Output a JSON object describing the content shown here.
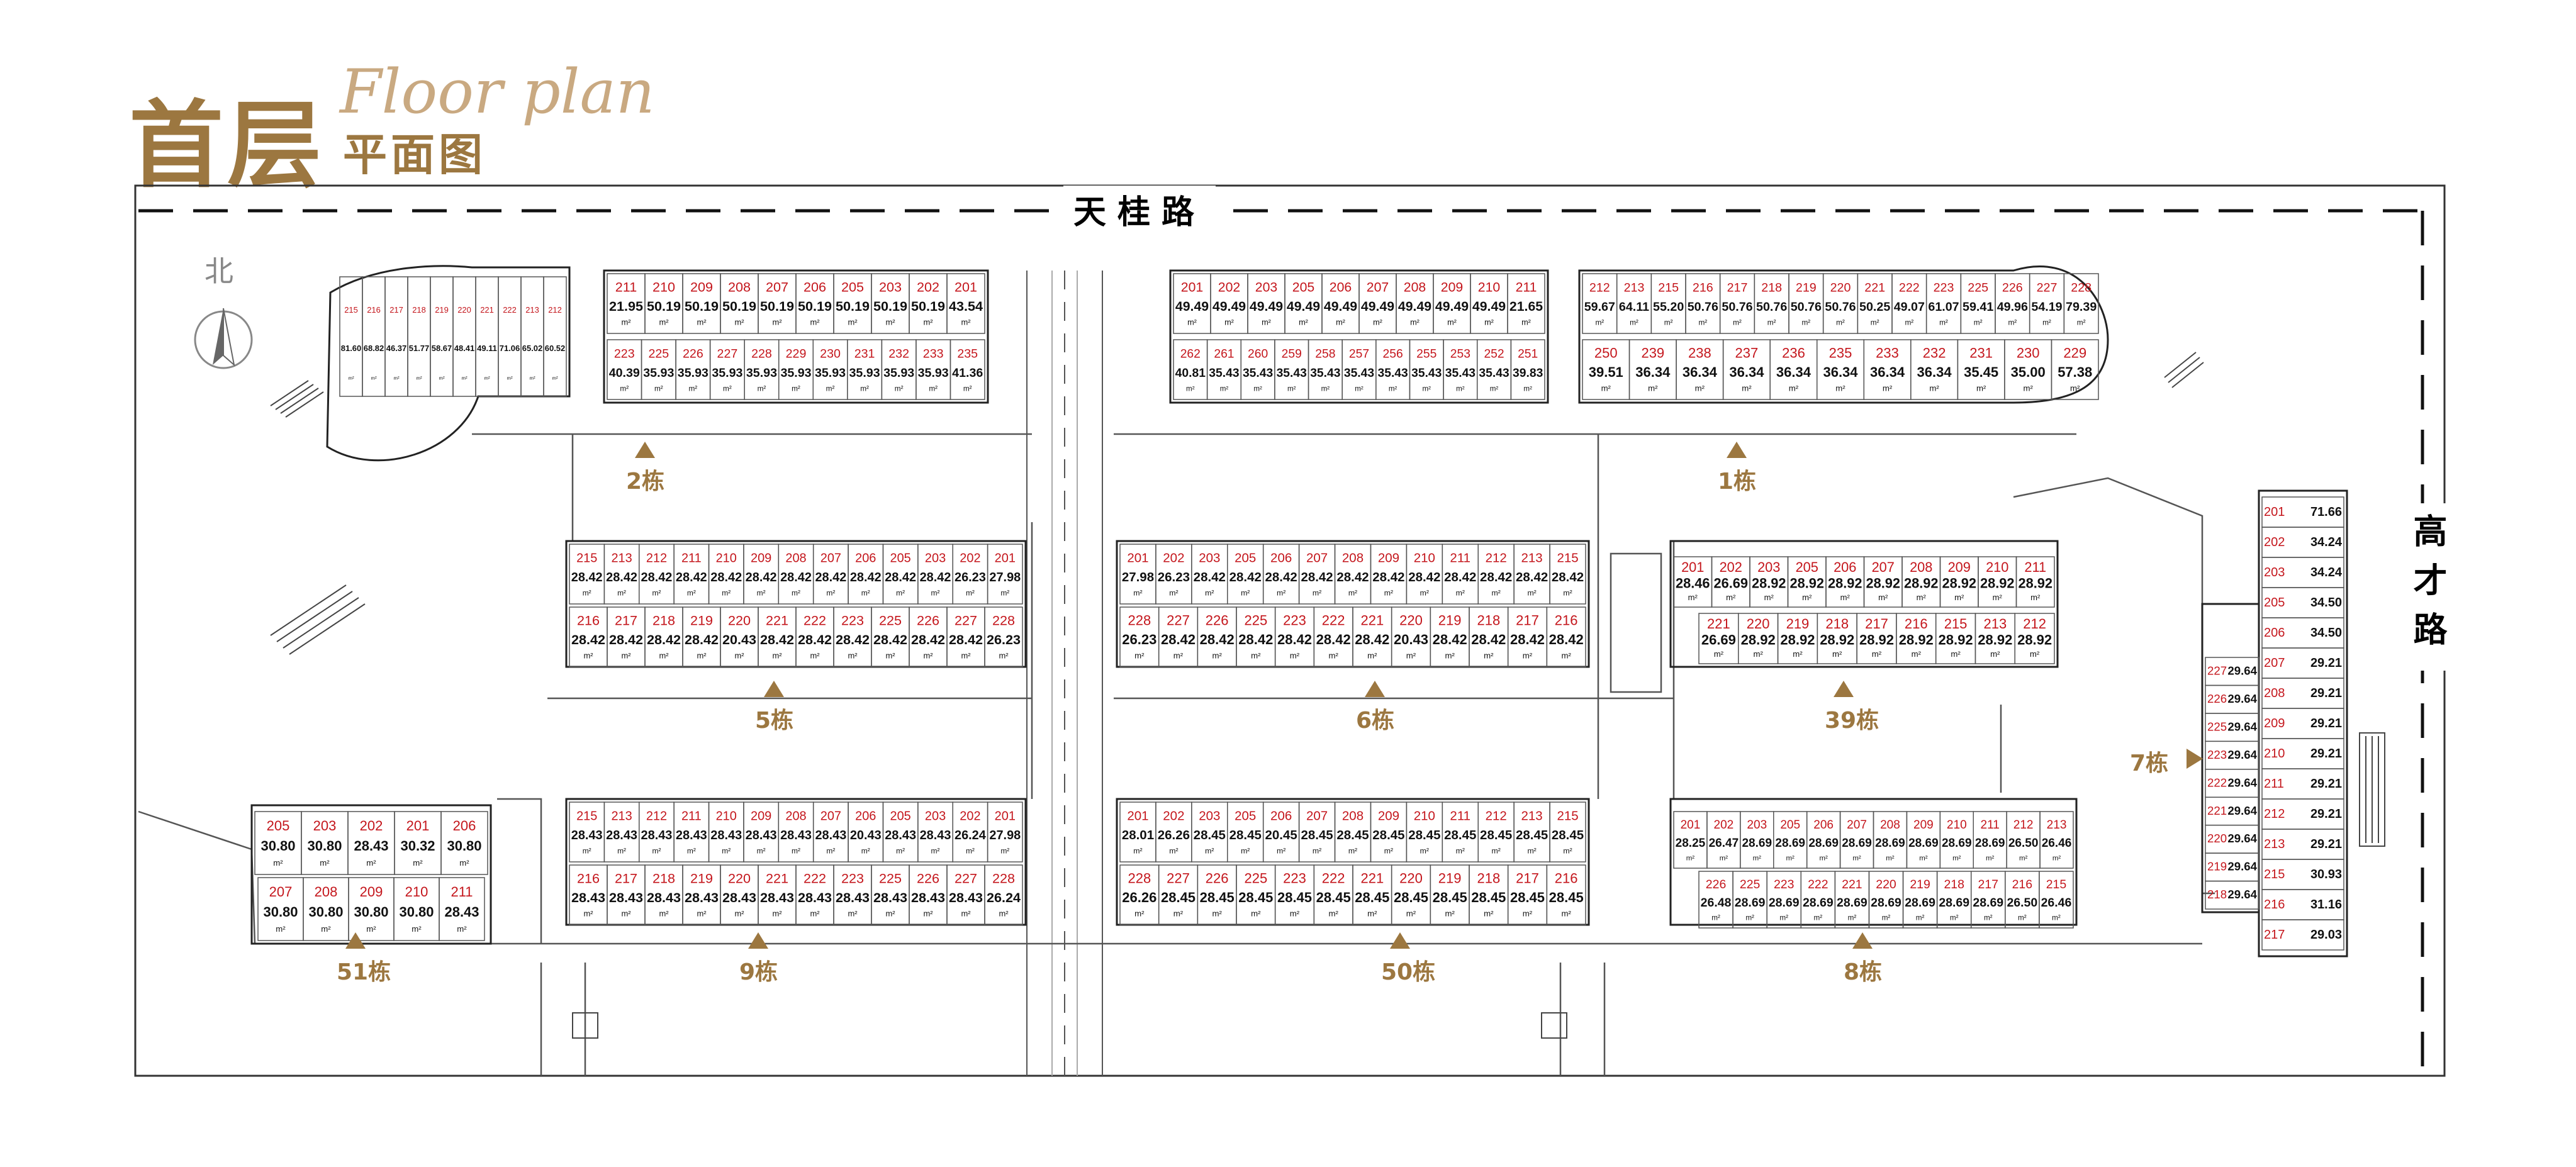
{
  "title": {
    "main": "首层",
    "script": "Floor plan",
    "sub": "平面图"
  },
  "roads": {
    "top": "天桂路",
    "right": "高才路"
  },
  "compass": {
    "label": "北",
    "icon": "north-arrow-icon"
  },
  "unit": "m²",
  "colors": {
    "accent": "#9c7740",
    "unit_no": "#c4161c",
    "line": "#333333"
  },
  "buildings": [
    {
      "name": "2栋",
      "units": [
        {
          "no": "215",
          "area": "81.60"
        },
        {
          "no": "216",
          "area": "68.82"
        },
        {
          "no": "217",
          "area": "46.37"
        },
        {
          "no": "218",
          "area": "51.77"
        },
        {
          "no": "219",
          "area": "58.67"
        },
        {
          "no": "220",
          "area": "48.41"
        },
        {
          "no": "221",
          "area": "49.11"
        },
        {
          "no": "222",
          "area": "71.06"
        },
        {
          "no": "213",
          "area": "65.02"
        },
        {
          "no": "212",
          "area": "60.52"
        },
        {
          "no": "211",
          "area": "21.95"
        },
        {
          "no": "210",
          "area": "50.19"
        },
        {
          "no": "209",
          "area": "50.19"
        },
        {
          "no": "208",
          "area": "50.19"
        },
        {
          "no": "207",
          "area": "50.19"
        },
        {
          "no": "206",
          "area": "50.19"
        },
        {
          "no": "205",
          "area": "50.19"
        },
        {
          "no": "203",
          "area": "50.19"
        },
        {
          "no": "202",
          "area": "50.19"
        },
        {
          "no": "201",
          "area": "43.54"
        },
        {
          "no": "223",
          "area": "40.39"
        },
        {
          "no": "225",
          "area": "35.93"
        },
        {
          "no": "226",
          "area": "35.93"
        },
        {
          "no": "227",
          "area": "35.93"
        },
        {
          "no": "228",
          "area": "35.93"
        },
        {
          "no": "229",
          "area": "35.93"
        },
        {
          "no": "230",
          "area": "35.93"
        },
        {
          "no": "231",
          "area": "35.93"
        },
        {
          "no": "232",
          "area": "35.93"
        },
        {
          "no": "233",
          "area": "35.93"
        },
        {
          "no": "235",
          "area": "41.36"
        }
      ]
    },
    {
      "name": "1栋",
      "units": [
        {
          "no": "201",
          "area": "49.49"
        },
        {
          "no": "202",
          "area": "49.49"
        },
        {
          "no": "203",
          "area": "49.49"
        },
        {
          "no": "205",
          "area": "49.49"
        },
        {
          "no": "206",
          "area": "49.49"
        },
        {
          "no": "207",
          "area": "49.49"
        },
        {
          "no": "208",
          "area": "49.49"
        },
        {
          "no": "209",
          "area": "49.49"
        },
        {
          "no": "210",
          "area": "49.49"
        },
        {
          "no": "211",
          "area": "21.65"
        },
        {
          "no": "262",
          "area": "40.81"
        },
        {
          "no": "261",
          "area": "35.43"
        },
        {
          "no": "260",
          "area": "35.43"
        },
        {
          "no": "259",
          "area": "35.43"
        },
        {
          "no": "258",
          "area": "35.43"
        },
        {
          "no": "257",
          "area": "35.43"
        },
        {
          "no": "256",
          "area": "35.43"
        },
        {
          "no": "255",
          "area": "35.43"
        },
        {
          "no": "253",
          "area": "35.43"
        },
        {
          "no": "252",
          "area": "35.43"
        },
        {
          "no": "251",
          "area": "39.83"
        },
        {
          "no": "212",
          "area": "59.67"
        },
        {
          "no": "213",
          "area": "64.11"
        },
        {
          "no": "215",
          "area": "55.20"
        },
        {
          "no": "216",
          "area": "50.76"
        },
        {
          "no": "217",
          "area": "50.76"
        },
        {
          "no": "218",
          "area": "50.76"
        },
        {
          "no": "219",
          "area": "50.76"
        },
        {
          "no": "220",
          "area": "50.76"
        },
        {
          "no": "221",
          "area": "50.25"
        },
        {
          "no": "222",
          "area": "49.07"
        },
        {
          "no": "223",
          "area": "61.07"
        },
        {
          "no": "225",
          "area": "59.41"
        },
        {
          "no": "226",
          "area": "49.96"
        },
        {
          "no": "227",
          "area": "54.19"
        },
        {
          "no": "228",
          "area": "79.39"
        },
        {
          "no": "250",
          "area": "39.51"
        },
        {
          "no": "239",
          "area": "36.34"
        },
        {
          "no": "238",
          "area": "36.34"
        },
        {
          "no": "237",
          "area": "36.34"
        },
        {
          "no": "236",
          "area": "36.34"
        },
        {
          "no": "235",
          "area": "36.34"
        },
        {
          "no": "233",
          "area": "36.34"
        },
        {
          "no": "232",
          "area": "36.34"
        },
        {
          "no": "231",
          "area": "35.45"
        },
        {
          "no": "230",
          "area": "35.00"
        },
        {
          "no": "229",
          "area": "57.38"
        }
      ]
    },
    {
      "name": "5栋",
      "units": [
        {
          "no": "215",
          "area": "28.42"
        },
        {
          "no": "213",
          "area": "28.42"
        },
        {
          "no": "212",
          "area": "28.42"
        },
        {
          "no": "211",
          "area": "28.42"
        },
        {
          "no": "210",
          "area": "28.42"
        },
        {
          "no": "209",
          "area": "28.42"
        },
        {
          "no": "208",
          "area": "28.42"
        },
        {
          "no": "207",
          "area": "28.42"
        },
        {
          "no": "206",
          "area": "28.42"
        },
        {
          "no": "205",
          "area": "28.42"
        },
        {
          "no": "203",
          "area": "28.42"
        },
        {
          "no": "202",
          "area": "26.23"
        },
        {
          "no": "201",
          "area": "27.98"
        },
        {
          "no": "216",
          "area": "28.42"
        },
        {
          "no": "217",
          "area": "28.42"
        },
        {
          "no": "218",
          "area": "28.42"
        },
        {
          "no": "219",
          "area": "28.42"
        },
        {
          "no": "220",
          "area": "20.43"
        },
        {
          "no": "221",
          "area": "28.42"
        },
        {
          "no": "222",
          "area": "28.42"
        },
        {
          "no": "223",
          "area": "28.42"
        },
        {
          "no": "225",
          "area": "28.42"
        },
        {
          "no": "226",
          "area": "28.42"
        },
        {
          "no": "227",
          "area": "28.42"
        },
        {
          "no": "228",
          "area": "26.23"
        }
      ]
    },
    {
      "name": "6栋",
      "units": [
        {
          "no": "201",
          "area": "27.98"
        },
        {
          "no": "202",
          "area": "26.23"
        },
        {
          "no": "203",
          "area": "28.42"
        },
        {
          "no": "205",
          "area": "28.42"
        },
        {
          "no": "206",
          "area": "28.42"
        },
        {
          "no": "207",
          "area": "28.42"
        },
        {
          "no": "208",
          "area": "28.42"
        },
        {
          "no": "209",
          "area": "28.42"
        },
        {
          "no": "210",
          "area": "28.42"
        },
        {
          "no": "211",
          "area": "28.42"
        },
        {
          "no": "212",
          "area": "28.42"
        },
        {
          "no": "213",
          "area": "28.42"
        },
        {
          "no": "215",
          "area": "28.42"
        },
        {
          "no": "228",
          "area": "26.23"
        },
        {
          "no": "227",
          "area": "28.42"
        },
        {
          "no": "226",
          "area": "28.42"
        },
        {
          "no": "225",
          "area": "28.42"
        },
        {
          "no": "223",
          "area": "28.42"
        },
        {
          "no": "222",
          "area": "28.42"
        },
        {
          "no": "221",
          "area": "28.42"
        },
        {
          "no": "220",
          "area": "20.43"
        },
        {
          "no": "219",
          "area": "28.42"
        },
        {
          "no": "218",
          "area": "28.42"
        },
        {
          "no": "217",
          "area": "28.42"
        },
        {
          "no": "216",
          "area": "28.42"
        }
      ]
    },
    {
      "name": "39栋",
      "units": [
        {
          "no": "201",
          "area": "28.46"
        },
        {
          "no": "202",
          "area": "26.69"
        },
        {
          "no": "203",
          "area": "28.92"
        },
        {
          "no": "205",
          "area": "28.92"
        },
        {
          "no": "206",
          "area": "28.92"
        },
        {
          "no": "207",
          "area": "28.92"
        },
        {
          "no": "208",
          "area": "28.92"
        },
        {
          "no": "209",
          "area": "28.92"
        },
        {
          "no": "210",
          "area": "28.92"
        },
        {
          "no": "211",
          "area": "28.92"
        },
        {
          "no": "221",
          "area": "26.69"
        },
        {
          "no": "220",
          "area": "28.92"
        },
        {
          "no": "219",
          "area": "28.92"
        },
        {
          "no": "218",
          "area": "28.92"
        },
        {
          "no": "217",
          "area": "28.92"
        },
        {
          "no": "216",
          "area": "28.92"
        },
        {
          "no": "215",
          "area": "28.92"
        },
        {
          "no": "213",
          "area": "28.92"
        },
        {
          "no": "212",
          "area": "28.92"
        }
      ]
    },
    {
      "name": "51栋",
      "units": [
        {
          "no": "205",
          "area": "30.80"
        },
        {
          "no": "203",
          "area": "30.80"
        },
        {
          "no": "202",
          "area": "28.43"
        },
        {
          "no": "201",
          "area": "30.32"
        },
        {
          "no": "206",
          "area": "30.80"
        },
        {
          "no": "207",
          "area": "30.80"
        },
        {
          "no": "208",
          "area": "30.80"
        },
        {
          "no": "209",
          "area": "30.80"
        },
        {
          "no": "210",
          "area": "30.80"
        },
        {
          "no": "211",
          "area": "28.43"
        }
      ]
    },
    {
      "name": "9栋",
      "units": [
        {
          "no": "215",
          "area": "28.43"
        },
        {
          "no": "213",
          "area": "28.43"
        },
        {
          "no": "212",
          "area": "28.43"
        },
        {
          "no": "211",
          "area": "28.43"
        },
        {
          "no": "210",
          "area": "28.43"
        },
        {
          "no": "209",
          "area": "28.43"
        },
        {
          "no": "208",
          "area": "28.43"
        },
        {
          "no": "207",
          "area": "28.43"
        },
        {
          "no": "206",
          "area": "20.43"
        },
        {
          "no": "205",
          "area": "28.43"
        },
        {
          "no": "203",
          "area": "28.43"
        },
        {
          "no": "202",
          "area": "26.24"
        },
        {
          "no": "201",
          "area": "27.98"
        },
        {
          "no": "216",
          "area": "28.43"
        },
        {
          "no": "217",
          "area": "28.43"
        },
        {
          "no": "218",
          "area": "28.43"
        },
        {
          "no": "219",
          "area": "28.43"
        },
        {
          "no": "220",
          "area": "28.43"
        },
        {
          "no": "221",
          "area": "28.43"
        },
        {
          "no": "222",
          "area": "28.43"
        },
        {
          "no": "223",
          "area": "28.43"
        },
        {
          "no": "225",
          "area": "28.43"
        },
        {
          "no": "226",
          "area": "28.43"
        },
        {
          "no": "227",
          "area": "28.43"
        },
        {
          "no": "228",
          "area": "26.24"
        }
      ]
    },
    {
      "name": "50栋",
      "units": [
        {
          "no": "201",
          "area": "28.01"
        },
        {
          "no": "202",
          "area": "26.26"
        },
        {
          "no": "203",
          "area": "28.45"
        },
        {
          "no": "205",
          "area": "28.45"
        },
        {
          "no": "206",
          "area": "20.45"
        },
        {
          "no": "207",
          "area": "28.45"
        },
        {
          "no": "208",
          "area": "28.45"
        },
        {
          "no": "209",
          "area": "28.45"
        },
        {
          "no": "210",
          "area": "28.45"
        },
        {
          "no": "211",
          "area": "28.45"
        },
        {
          "no": "212",
          "area": "28.45"
        },
        {
          "no": "213",
          "area": "28.45"
        },
        {
          "no": "215",
          "area": "28.45"
        },
        {
          "no": "228",
          "area": "26.26"
        },
        {
          "no": "227",
          "area": "28.45"
        },
        {
          "no": "226",
          "area": "28.45"
        },
        {
          "no": "225",
          "area": "28.45"
        },
        {
          "no": "223",
          "area": "28.45"
        },
        {
          "no": "222",
          "area": "28.45"
        },
        {
          "no": "221",
          "area": "28.45"
        },
        {
          "no": "220",
          "area": "28.45"
        },
        {
          "no": "219",
          "area": "28.45"
        },
        {
          "no": "218",
          "area": "28.45"
        },
        {
          "no": "217",
          "area": "28.45"
        },
        {
          "no": "216",
          "area": "28.45"
        }
      ]
    },
    {
      "name": "8栋",
      "units": [
        {
          "no": "201",
          "area": "28.25"
        },
        {
          "no": "202",
          "area": "26.47"
        },
        {
          "no": "203",
          "area": "28.69"
        },
        {
          "no": "205",
          "area": "28.69"
        },
        {
          "no": "206",
          "area": "28.69"
        },
        {
          "no": "207",
          "area": "28.69"
        },
        {
          "no": "208",
          "area": "28.69"
        },
        {
          "no": "209",
          "area": "28.69"
        },
        {
          "no": "210",
          "area": "28.69"
        },
        {
          "no": "211",
          "area": "28.69"
        },
        {
          "no": "212",
          "area": "26.50"
        },
        {
          "no": "213",
          "area": "26.46"
        },
        {
          "no": "226",
          "area": "26.48"
        },
        {
          "no": "225",
          "area": "28.69"
        },
        {
          "no": "223",
          "area": "28.69"
        },
        {
          "no": "222",
          "area": "28.69"
        },
        {
          "no": "221",
          "area": "28.69"
        },
        {
          "no": "220",
          "area": "28.69"
        },
        {
          "no": "219",
          "area": "28.69"
        },
        {
          "no": "218",
          "area": "28.69"
        },
        {
          "no": "217",
          "area": "28.69"
        },
        {
          "no": "216",
          "area": "26.50"
        },
        {
          "no": "215",
          "area": "26.46"
        }
      ]
    },
    {
      "name": "7栋",
      "units": [
        {
          "no": "201",
          "area": "71.66"
        },
        {
          "no": "202",
          "area": "34.24"
        },
        {
          "no": "203",
          "area": "34.24"
        },
        {
          "no": "205",
          "area": "34.50"
        },
        {
          "no": "206",
          "area": "34.50"
        },
        {
          "no": "207",
          "area": "29.21"
        },
        {
          "no": "208",
          "area": "29.21"
        },
        {
          "no": "209",
          "area": "29.21"
        },
        {
          "no": "210",
          "area": "29.21"
        },
        {
          "no": "211",
          "area": "29.21"
        },
        {
          "no": "212",
          "area": "29.21"
        },
        {
          "no": "213",
          "area": "29.21"
        },
        {
          "no": "215",
          "area": "30.93"
        },
        {
          "no": "216",
          "area": "31.16"
        },
        {
          "no": "217",
          "area": "29.03"
        },
        {
          "no": "227",
          "area": "29.64"
        },
        {
          "no": "226",
          "area": "29.64"
        },
        {
          "no": "225",
          "area": "29.64"
        },
        {
          "no": "223",
          "area": "29.64"
        },
        {
          "no": "222",
          "area": "29.64"
        },
        {
          "no": "221",
          "area": "29.64"
        },
        {
          "no": "220",
          "area": "29.64"
        },
        {
          "no": "219",
          "area": "29.64"
        },
        {
          "no": "218",
          "area": "29.64"
        }
      ]
    }
  ]
}
